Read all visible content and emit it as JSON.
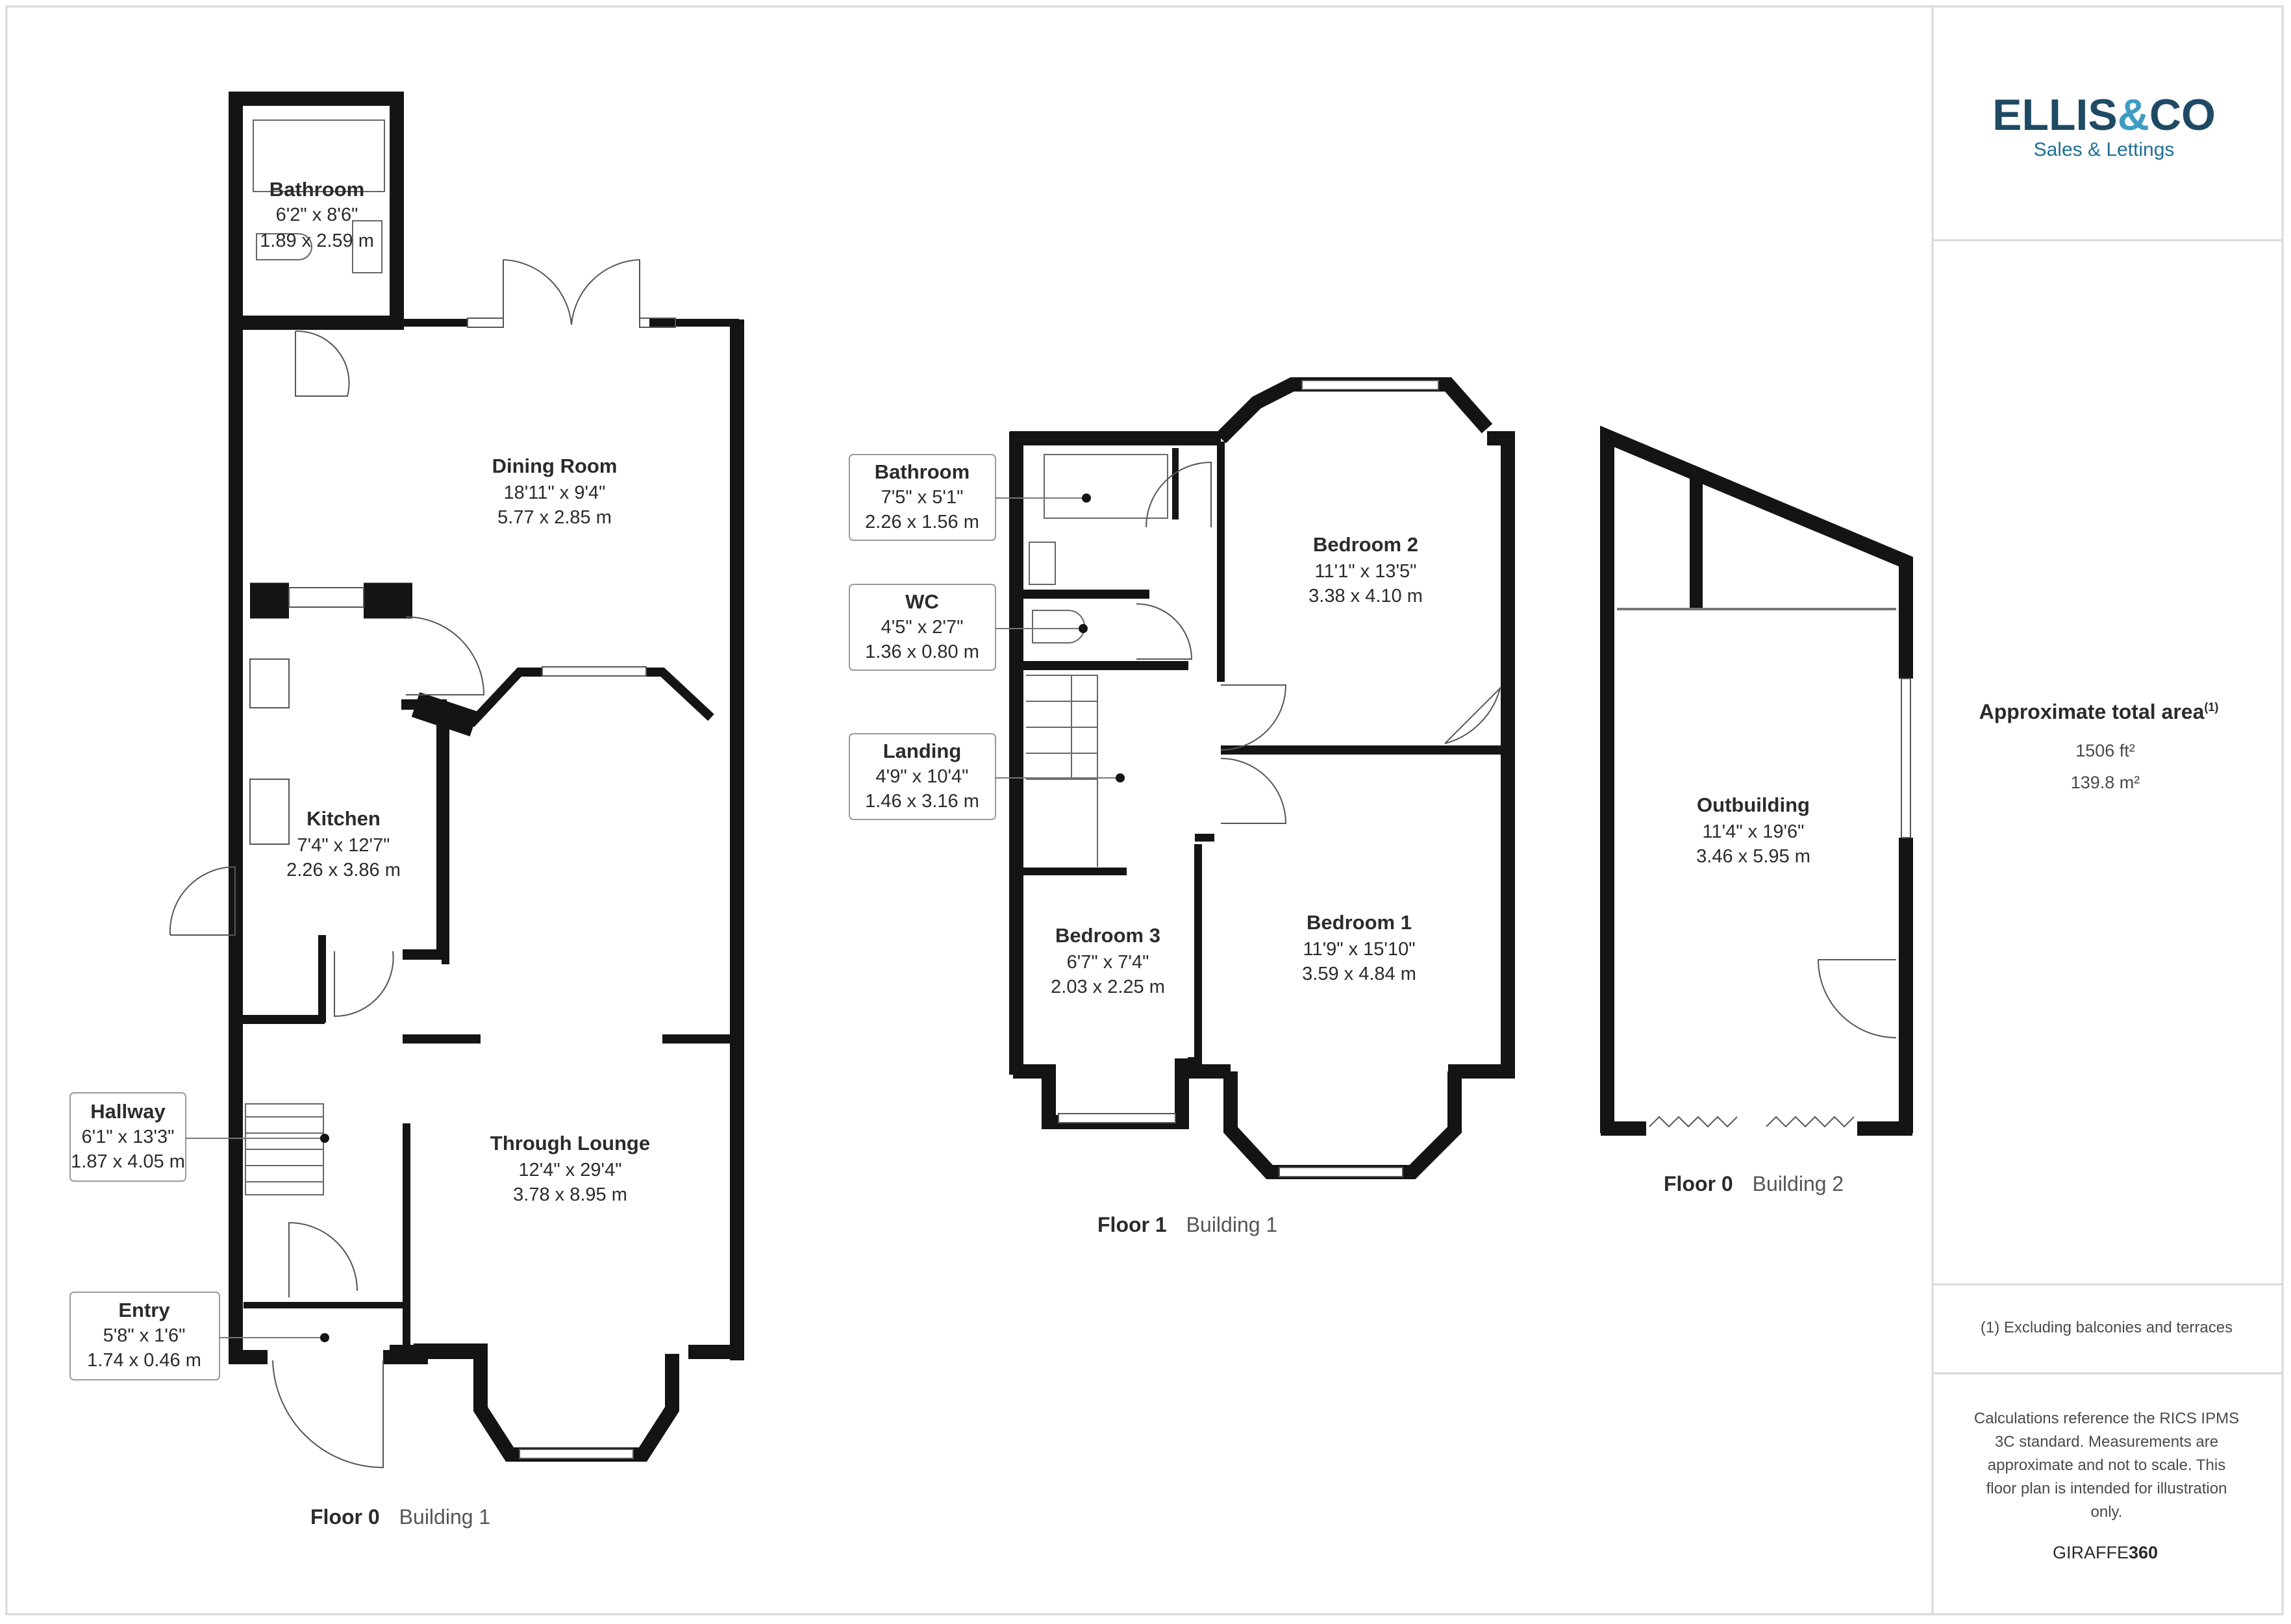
{
  "brand": {
    "name_a": "ELLIS",
    "name_amp": "&",
    "name_b": "CO",
    "tagline": "Sales & Lettings",
    "color_dark": "#1f4a64",
    "color_light": "#3f9cc3"
  },
  "area": {
    "title": "Approximate total area",
    "sup": "(1)",
    "ft": "1506 ft²",
    "m": "139.8 m²"
  },
  "footnote": "(1) Excluding balconies and terraces",
  "disclaimer": [
    "Calculations reference the RICS IPMS",
    "3C standard. Measurements are",
    "approximate and not to scale. This",
    "floor plan is intended for illustration",
    "only."
  ],
  "giraffe": {
    "a": "GIRAFFE",
    "b": "360"
  },
  "floors": [
    {
      "floor": "Floor 0",
      "building": "Building 1"
    },
    {
      "floor": "Floor 1",
      "building": "Building 1"
    },
    {
      "floor": "Floor 0",
      "building": "Building 2"
    }
  ],
  "rooms": {
    "f0_bathroom": {
      "name": "Bathroom",
      "imperial": "6'2\" x 8'6\"",
      "metric": "1.89 x 2.59 m"
    },
    "dining": {
      "name": "Dining Room",
      "imperial": "18'11\" x 9'4\"",
      "metric": "5.77 x 2.85 m"
    },
    "kitchen": {
      "name": "Kitchen",
      "imperial": "7'4\" x 12'7\"",
      "metric": "2.26 x 3.86 m"
    },
    "lounge": {
      "name": "Through Lounge",
      "imperial": "12'4\" x 29'4\"",
      "metric": "3.78 x 8.95 m"
    },
    "hallway": {
      "name": "Hallway",
      "imperial": "6'1\" x 13'3\"",
      "metric": "1.87 x 4.05 m"
    },
    "entry": {
      "name": "Entry",
      "imperial": "5'8\" x 1'6\"",
      "metric": "1.74 x 0.46 m"
    },
    "f1_bathroom": {
      "name": "Bathroom",
      "imperial": "7'5\" x 5'1\"",
      "metric": "2.26 x 1.56 m"
    },
    "wc": {
      "name": "WC",
      "imperial": "4'5\" x 2'7\"",
      "metric": "1.36 x 0.80 m"
    },
    "landing": {
      "name": "Landing",
      "imperial": "4'9\" x 10'4\"",
      "metric": "1.46 x 3.16 m"
    },
    "bedroom2": {
      "name": "Bedroom 2",
      "imperial": "11'1\" x 13'5\"",
      "metric": "3.38 x 4.10 m"
    },
    "bedroom1": {
      "name": "Bedroom 1",
      "imperial": "11'9\" x 15'10\"",
      "metric": "3.59 x 4.84 m"
    },
    "bedroom3": {
      "name": "Bedroom 3",
      "imperial": "6'7\" x 7'4\"",
      "metric": "2.03 x 2.25 m"
    },
    "outbuilding": {
      "name": "Outbuilding",
      "imperial": "11'4\" x 19'6\"",
      "metric": "3.46 x 5.95 m"
    }
  }
}
